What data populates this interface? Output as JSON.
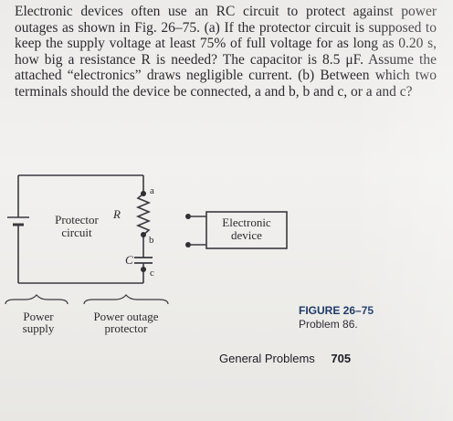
{
  "problem": {
    "text": "Electronic devices often use an RC circuit to protect against power outages as shown in Fig. 26–75. (a) If the protector circuit is supposed to keep the supply voltage at least 75% of full voltage for as long as 0.20 s, how big a resistance R is needed? The capacitor is 8.5 μF. Assume the attached “electronics” draws negligible current. (b) Between which two terminals should the device be connected, a and b, b and c, or a and c?"
  },
  "figure": {
    "protector_label_1": "Protector",
    "protector_label_2": "circuit",
    "resistor_label": "R",
    "capacitor_label": "C",
    "terminal_a": "a",
    "terminal_b": "b",
    "terminal_c": "c",
    "device_label_1": "Electronic",
    "device_label_2": "device",
    "power_supply_1": "Power",
    "power_supply_2": "supply",
    "outage_protector_1": "Power outage",
    "outage_protector_2": "protector"
  },
  "caption": {
    "title": "FIGURE 26–75",
    "subtitle": "Problem 86."
  },
  "footer": {
    "section": "General Problems",
    "page_number": "705"
  }
}
